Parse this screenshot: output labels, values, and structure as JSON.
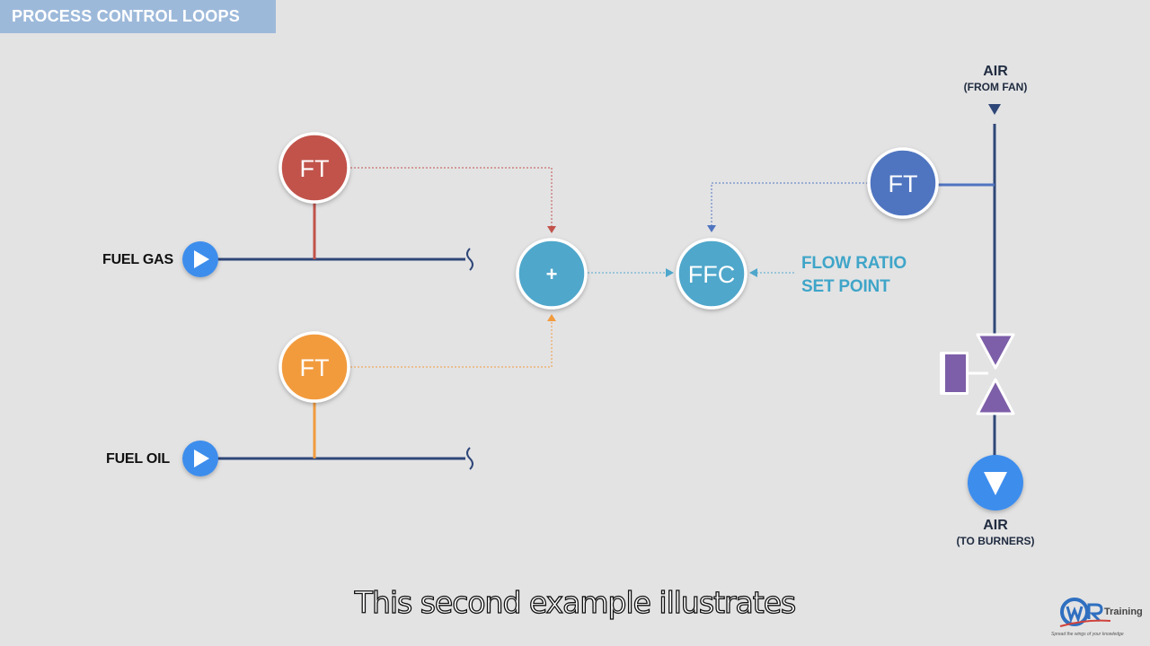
{
  "header": {
    "title": "PROCESS CONTROL LOOPS"
  },
  "diagram": {
    "fuel_gas_label": "FUEL GAS",
    "fuel_oil_label": "FUEL OIL",
    "ft_gas_label": "FT",
    "ft_oil_label": "FT",
    "ft_air_label": "FT",
    "summer_label": "+",
    "ffc_label": "FFC",
    "setpoint_line1": "FLOW RATIO",
    "setpoint_line2": "SET POINT",
    "air_top_main": "AIR",
    "air_top_sub": "(FROM FAN)",
    "air_bottom_main": "AIR",
    "air_bottom_sub": "(TO BURNERS)"
  },
  "colors": {
    "ft_gas": "#c1534b",
    "ft_oil": "#f29b3e",
    "controller": "#4fa7cb",
    "ft_air": "#4f74c0",
    "pipe": "#2f4778",
    "valve": "#7d5ea8",
    "arrow": "#3d8ded"
  },
  "caption": "This second example illustrates",
  "logo": {
    "brand": "Training",
    "tagline": "Spread the wings of your knowledge"
  }
}
